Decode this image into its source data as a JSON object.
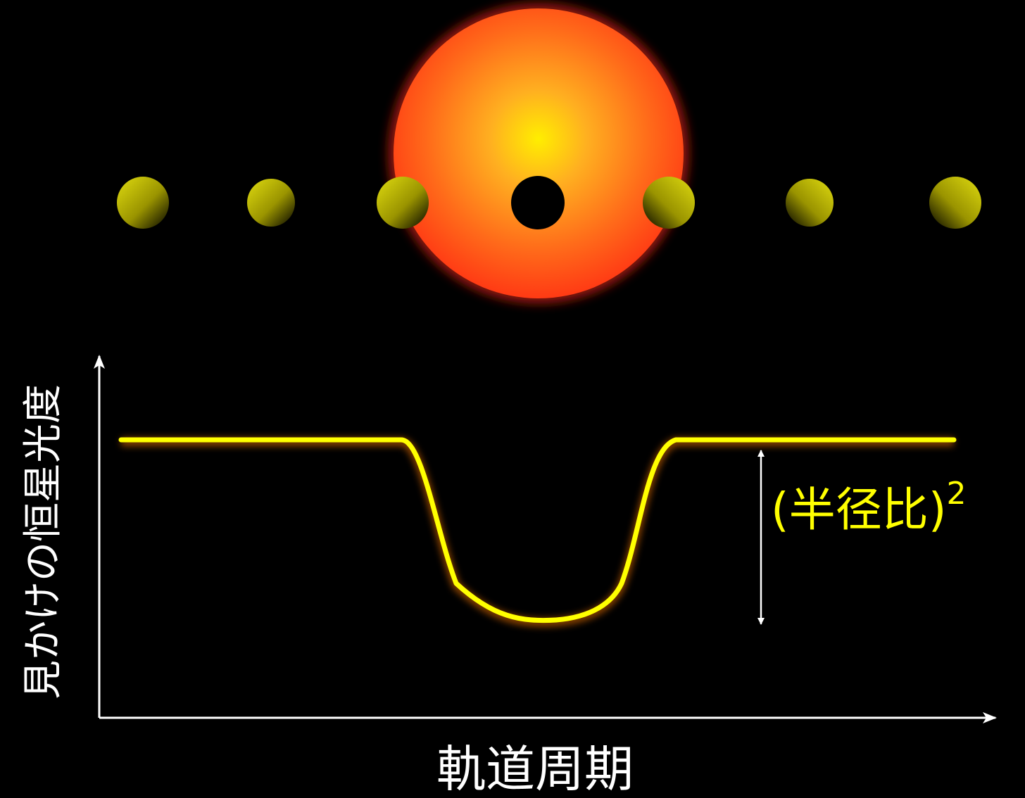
{
  "labels": {
    "y_axis": "見かけの恒星光度",
    "x_axis": "軌道周期",
    "depth_text": "(半径比)",
    "depth_exponent": "2"
  },
  "colors": {
    "star_core": "#ffee00",
    "star_mid": "#ff8a1a",
    "star_edge": "#ff3a14",
    "star_glow": "#8a1408",
    "planet_lit": "#d6d000",
    "planet_dark": "#000000",
    "curve": "#ffff00",
    "curve_glow": "#ff7a00",
    "axis": "#ffffff",
    "background": "#000000"
  }
}
